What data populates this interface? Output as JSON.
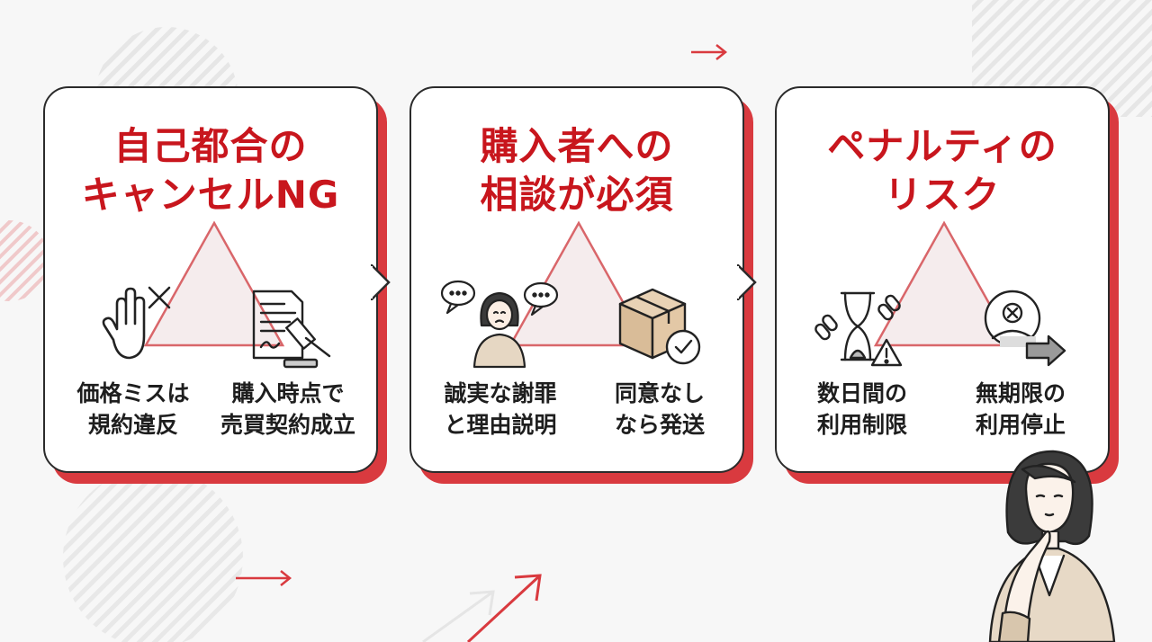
{
  "panels": [
    {
      "title_line1": "自己都合の",
      "title_line2": "キャンセルNG",
      "left": {
        "line1": "価格ミスは",
        "line2": "規約違反",
        "icon": "hand-stop-x-icon"
      },
      "right": {
        "line1": "購入時点で",
        "line2": "売買契約成立",
        "icon": "contract-gavel-icon"
      }
    },
    {
      "title_line1": "購入者への",
      "title_line2": "相談が必須",
      "left": {
        "line1": "誠実な謝罪",
        "line2": "と理由説明",
        "icon": "worried-woman-speech-icon"
      },
      "right": {
        "line1": "同意なし",
        "line2": "なら発送",
        "icon": "box-check-icon"
      }
    },
    {
      "title_line1": "ペナルティの",
      "title_line2": "リスク",
      "left": {
        "line1": "数日間の",
        "line2": "利用制限",
        "icon": "hourglass-broken-chain-warning-icon"
      },
      "right": {
        "line1": "無期限の",
        "line2": "利用停止",
        "icon": "user-blocked-arrow-icon"
      }
    }
  ],
  "colors": {
    "accent": "#c8161d",
    "shadow": "#d93a3f",
    "border": "#2b2b2b",
    "background": "#f7f7f7"
  }
}
